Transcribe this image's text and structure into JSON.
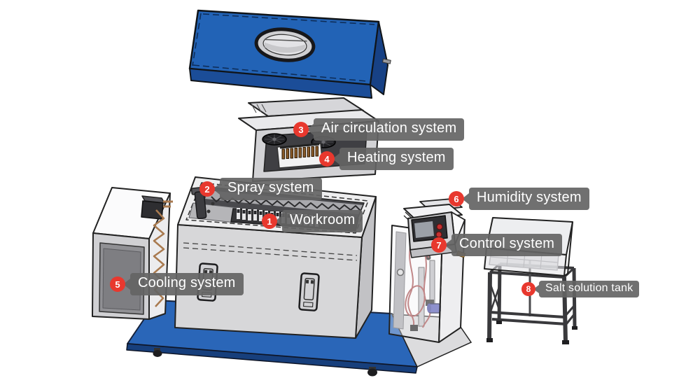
{
  "diagram": {
    "subject": "Salt spray test chamber exploded-view diagram",
    "callouts": [
      {
        "number": "1",
        "label": "Workroom"
      },
      {
        "number": "2",
        "label": "Spray system"
      },
      {
        "number": "3",
        "label": "Air circulation system"
      },
      {
        "number": "4",
        "label": "Heating system"
      },
      {
        "number": "5",
        "label": "Cooling system"
      },
      {
        "number": "6",
        "label": "Humidity system"
      },
      {
        "number": "7",
        "label": "Control system"
      },
      {
        "number": "8",
        "label": "Salt solution tank"
      }
    ],
    "colors": {
      "machine_blue": "#2263b6",
      "machine_blue_dark": "#1b4d98",
      "callout_gray": "#646464",
      "badge_red": "#e8382e",
      "callout_text": "#ffffff"
    }
  }
}
